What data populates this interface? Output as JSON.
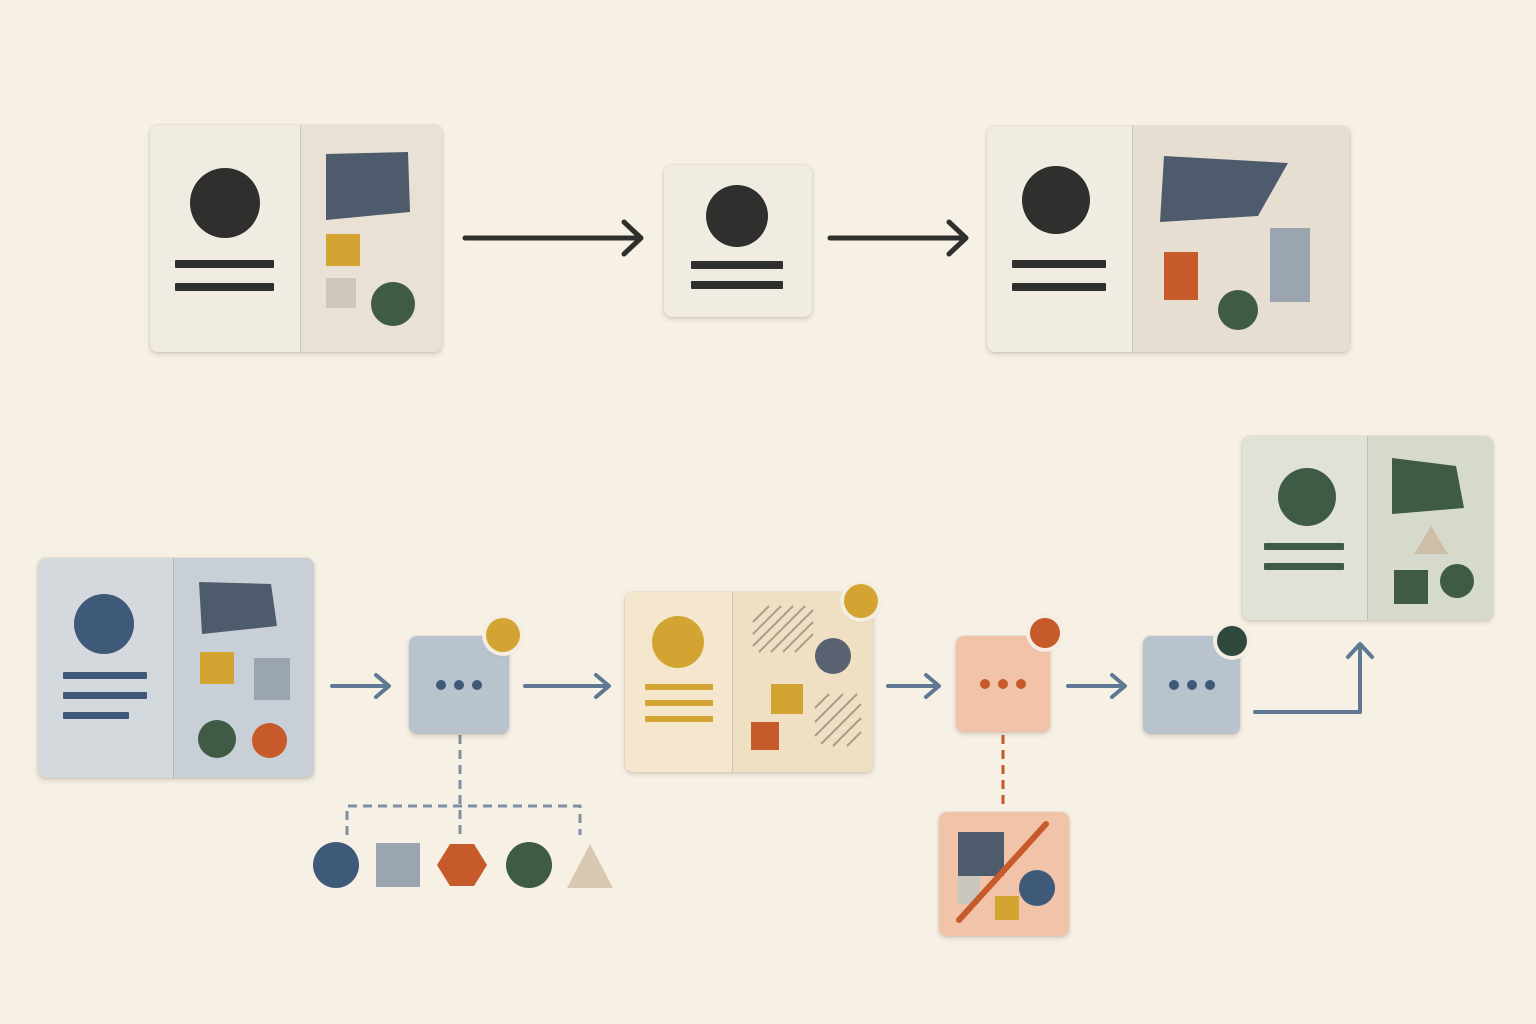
{
  "palette": {
    "background": "#f6f0e5",
    "charcoal": "#2f2f2d",
    "slate": "#4e5b6c",
    "navy": "#3f5a79",
    "steel": "#5f7893",
    "mustard": "#d4a433",
    "rust": "#c75a2a",
    "forest": "#3f5a45",
    "gray": "#9aa5b0",
    "sand": "#d9c8b0",
    "paper": "#efe8db",
    "blue_card": "#cfd5db",
    "cream_card": "#f3e6cc",
    "peach_card": "#f2c1a6",
    "sage_card": "#dcdfd3"
  },
  "flows": [
    {
      "name": "top-flow",
      "nodes": [
        "two-panel-card",
        "single-panel-card",
        "textured-two-panel-card"
      ],
      "connector_icons": [
        "right-arrow-icon",
        "right-arrow-icon"
      ]
    },
    {
      "name": "bottom-flow",
      "nodes": [
        "blue-source-card",
        "process-node",
        "cream-intermediate-card",
        "process-node",
        "process-node",
        "sage-output-card"
      ],
      "connector_icons": [
        "right-arrow-icon",
        "right-arrow-icon",
        "right-arrow-icon",
        "right-arrow-icon",
        "elbow-up-arrow-icon"
      ],
      "branches": [
        {
          "from": "process-node-1",
          "style": "dashed",
          "targets": [
            "circle-icon",
            "square-icon",
            "hexagon-icon",
            "circle-icon",
            "triangle-icon"
          ]
        },
        {
          "from": "process-node-2",
          "style": "dashed",
          "targets": [
            "rejected-card"
          ]
        }
      ]
    }
  ],
  "legend_shapes": [
    {
      "icon": "circle-icon",
      "color": "#3f5a79"
    },
    {
      "icon": "square-icon",
      "color": "#9aa5b0"
    },
    {
      "icon": "hexagon-icon",
      "color": "#c75a2a"
    },
    {
      "icon": "circle-icon",
      "color": "#3f5a45"
    },
    {
      "icon": "triangle-icon",
      "color": "#d9c8b0"
    }
  ]
}
